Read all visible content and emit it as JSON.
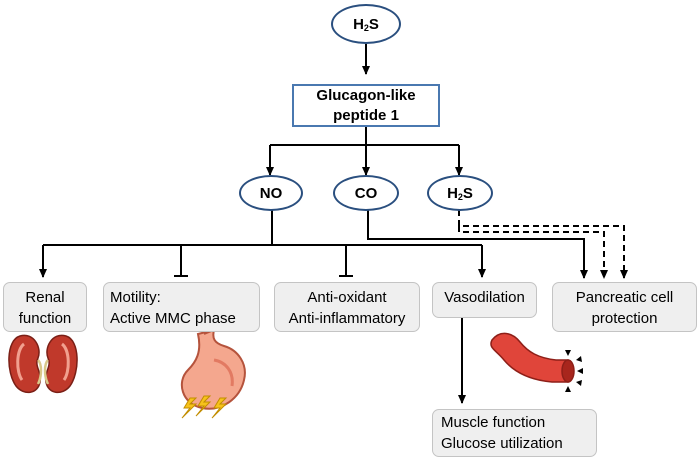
{
  "top_node": {
    "main": "H",
    "sub": "2",
    "tail": "S"
  },
  "glp1": {
    "line1": "Glucagon-like",
    "line2": "peptide 1"
  },
  "mediators": {
    "no": "NO",
    "co": "CO",
    "h2s": {
      "main": "H",
      "sub": "2",
      "tail": "S"
    }
  },
  "effects": {
    "renal": {
      "line1": "Renal",
      "line2": "function"
    },
    "motility": {
      "line1": "Motility:",
      "line2": "Active MMC phase"
    },
    "antiox": {
      "line1": "Anti-oxidant",
      "line2": "Anti-inflammatory"
    },
    "vaso": {
      "line1": "Vasodilation"
    },
    "pancreatic": {
      "line1": "Pancreatic cell",
      "line2": "protection"
    }
  },
  "downstream": {
    "line1": "Muscle function",
    "line2": "Glucose utilization"
  },
  "icons": [
    "kidney-icon",
    "stomach-icon",
    "lightning-icon",
    "blood-vessel-icon"
  ],
  "colors": {
    "oval_border": "#2a4f7f",
    "oval_fill": "#ffffff",
    "glp1_border": "#4a78b0",
    "effect_box_fill": "#efefef",
    "line": "#000000"
  }
}
